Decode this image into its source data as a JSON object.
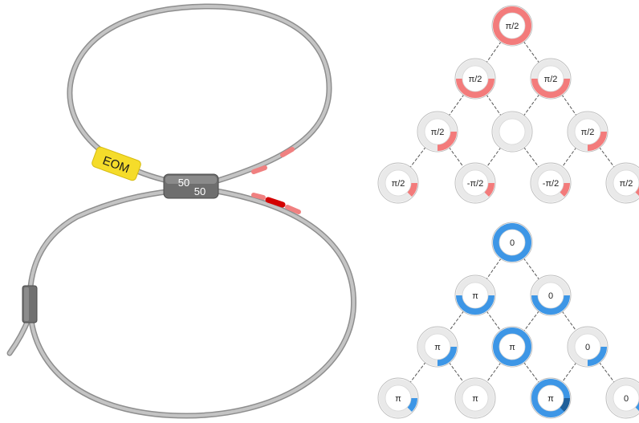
{
  "colors": {
    "fiber": "#c4c4c4",
    "fiber_edge": "#8e8e8e",
    "pulse_light": "#f08080",
    "pulse_dark": "#d40000",
    "eom": "#f5dc2a",
    "coupler": "#707070",
    "phase_red": "#f37b7b",
    "phase_blue": "#3d96e6",
    "phase_blue_dark": "#1f5f9a",
    "ring_track": "#e9e9e9",
    "tree_line": "#555555"
  },
  "setup": {
    "eom_label": "EOM",
    "coupler_ratio_top": "50",
    "coupler_ratio_bottom": "50"
  },
  "tree_phase": {
    "levels": [
      [
        {
          "label": "π/2",
          "fill": 1.0
        }
      ],
      [
        {
          "label": "π/2",
          "fill": 0.5
        },
        {
          "label": "π/2",
          "fill": 0.5
        }
      ],
      [
        {
          "label": "π/2",
          "fill": 0.25
        },
        {
          "label": "",
          "fill": 0
        },
        {
          "label": "π/2",
          "fill": 0.25
        }
      ],
      [
        {
          "label": "π/2",
          "fill": 0.125
        },
        {
          "label": "-π/2",
          "fill": 0.125
        },
        {
          "label": "-π/2",
          "fill": 0.125
        },
        {
          "label": "π/2",
          "fill": 0.125
        }
      ]
    ]
  },
  "tree_sign": {
    "levels": [
      [
        {
          "label": "0",
          "fill": 1.0
        }
      ],
      [
        {
          "label": "π",
          "fill": 0.5
        },
        {
          "label": "0",
          "fill": 0.5
        }
      ],
      [
        {
          "label": "π",
          "fill": 0.25
        },
        {
          "label": "π",
          "fill": 1.0
        },
        {
          "label": "0",
          "fill": 0.25
        }
      ],
      [
        {
          "label": "π",
          "fill": 0.125
        },
        {
          "label": "π",
          "fill": 0
        },
        {
          "label": "π",
          "fill": 1.0,
          "dark": 0.125
        },
        {
          "label": "0",
          "fill": 0.125
        }
      ]
    ]
  }
}
